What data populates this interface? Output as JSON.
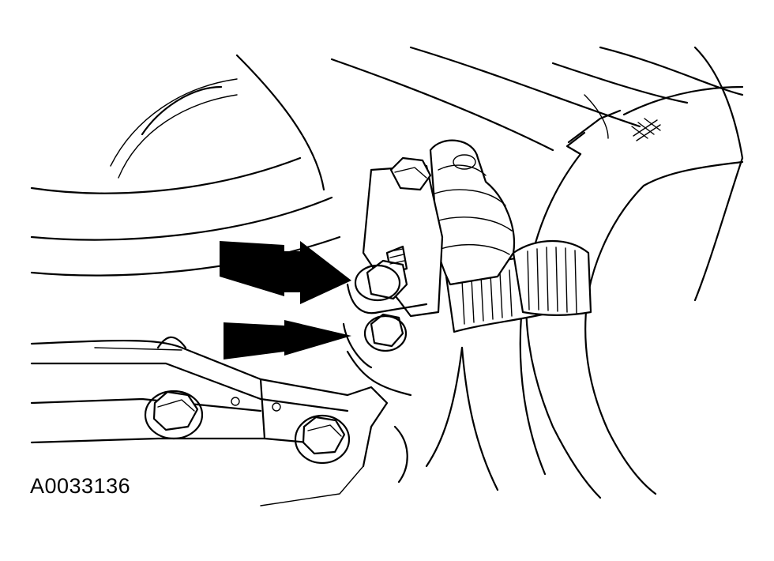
{
  "figure_id": "A0033136",
  "colors": {
    "line": "#000000",
    "background": "#ffffff"
  },
  "callouts": [
    {
      "name": "arrow-upper-nut"
    },
    {
      "name": "arrow-lower-nut"
    }
  ]
}
